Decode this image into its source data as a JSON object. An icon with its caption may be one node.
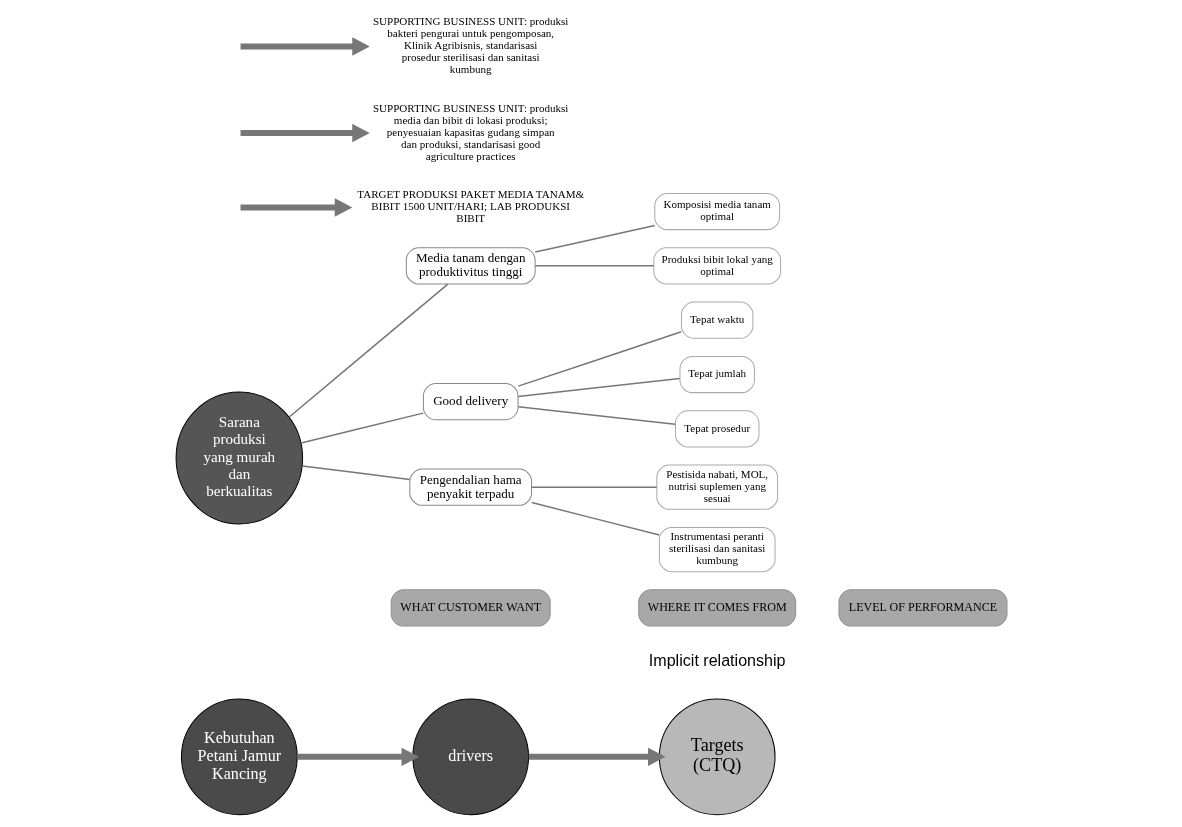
{
  "diagram": {
    "nodes": [
      {
        "text": [
          "Kebutuhan Petani Jamur Kancing"
        ]
      },
      {
        "text": [
          "drivers"
        ]
      },
      {
        "text": [
          "Targets (CTQ)"
        ]
      },
      {
        "text": [
          "Sarana produksi yang murah dan berkualitas"
        ]
      },
      {
        "text": [
          "Media tanam dengan produktivitus tinggi"
        ]
      },
      {
        "text": [
          "Good delivery"
        ]
      },
      {
        "text": [
          "Pengendalian hama penyakit terpadu"
        ]
      },
      {
        "text": [
          "Komposisi media tanam optimal"
        ]
      },
      {
        "text": [
          "Produksi bibit lokal yang optimal"
        ]
      },
      {
        "text": [
          "Tepat waktu"
        ]
      },
      {
        "text": [
          "Tepat jumlah"
        ]
      },
      {
        "text": [
          "Tepat prosedur"
        ]
      },
      {
        "text": [
          "Pestisida nabati, MOL, nutrisi suplemen yang sesuai"
        ]
      },
      {
        "text": [
          "Instrumentasi peranti sterilisasi dan sanitasi kumbung"
        ]
      },
      {
        "text": [
          "TARGET PRODUKSI PAKET MEDIA TANAM& BIBIT 1500 UNIT/HARI; LAB PRODUKSI BIBIT"
        ]
      },
      {
        "text": [
          "SUPPORTING BUSINESS UNIT: produksi media dan bibit di lokasi produksi; penyesuaian kapasitas gudang simpan dan produksi, standarisasi good agriculture practices"
        ]
      },
      {
        "text": [
          "SUPPORTING BUSINESS UNIT: produksi bakteri pengurai untuk pengomposan, Klinik Agribisnis, standarisasi prosedur sterilisasi dan sanitasi kumbung"
        ]
      },
      {
        "text": [
          "WHAT CUSTOMER WANT"
        ]
      },
      {
        "text": [
          "WHERE IT COMES FROM"
        ]
      },
      {
        "text": [
          "LEVEL OF PERFORMANCE"
        ]
      }
    ],
    "edges": [
      {
        "from": 0,
        "to": 1,
        "arrow": "to",
        "style": "thick"
      },
      {
        "from": 1,
        "to": 2,
        "arrow": "to",
        "style": "thick"
      },
      {
        "from": 3,
        "to": 4,
        "arrow": "none"
      },
      {
        "from": 3,
        "to": 5,
        "arrow": "none"
      },
      {
        "from": 3,
        "to": 6,
        "arrow": "none"
      },
      {
        "from": 4,
        "to": 7,
        "arrow": "none"
      },
      {
        "from": 4,
        "to": 8,
        "arrow": "none"
      },
      {
        "from": 5,
        "to": 9,
        "arrow": "none"
      },
      {
        "from": 5,
        "to": 10,
        "arrow": "none"
      },
      {
        "from": 5,
        "to": 11,
        "arrow": "none"
      },
      {
        "from": 6,
        "to": 12,
        "arrow": "none"
      },
      {
        "from": 6,
        "to": 13,
        "arrow": "none"
      },
      {
        "from": null,
        "to": 14,
        "arrow": "to",
        "style": "thick"
      },
      {
        "from": null,
        "to": 15,
        "arrow": "to",
        "style": "thick"
      },
      {
        "from": null,
        "to": 16,
        "arrow": "to",
        "style": "thick"
      }
    ],
    "labels": [
      "Implicit relationship"
    ]
  }
}
